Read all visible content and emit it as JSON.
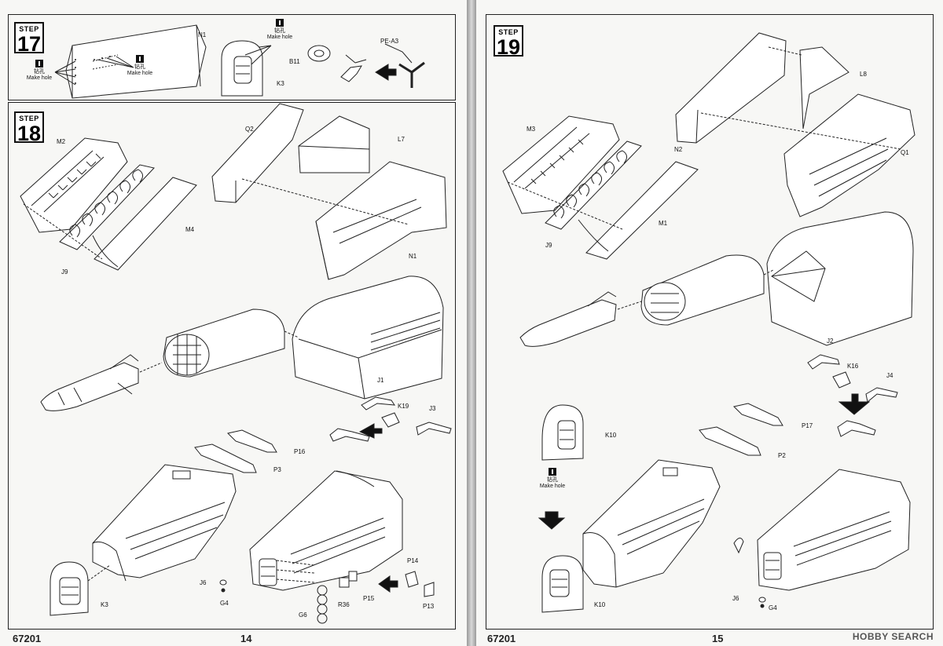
{
  "left": {
    "step17": {
      "label": "STEP",
      "number": "17"
    },
    "step18": {
      "label": "STEP",
      "number": "18"
    },
    "footer_code": "67201",
    "page_number": "14",
    "make_hole": {
      "cn": "钻孔",
      "en": "Make hole"
    },
    "parts17": {
      "n1": "N1",
      "k3": "K3",
      "b11": "B11",
      "pea3": "PE-A3"
    },
    "parts18": {
      "m2": "M2",
      "q2": "Q2",
      "l7": "L7",
      "m4": "M4",
      "n1": "N1",
      "j9": "J9",
      "j1": "J1",
      "k19": "K19",
      "j3": "J3",
      "p16": "P16",
      "p3": "P3",
      "k3": "K3",
      "j6": "J6",
      "g4": "G4",
      "g6": "G6",
      "r36": "R36",
      "p15": "P15",
      "p14": "P14",
      "p13": "P13"
    }
  },
  "right": {
    "step19": {
      "label": "STEP",
      "number": "19"
    },
    "footer_code": "67201",
    "page_number": "15",
    "make_hole": {
      "cn": "钻孔",
      "en": "Make hole"
    },
    "parts19": {
      "l8": "L8",
      "m3": "M3",
      "n2": "N2",
      "q1": "Q1",
      "m1": "M1",
      "j9": "J9",
      "j2": "J2",
      "k16": "K16",
      "j4": "J4",
      "k10a": "K10",
      "p17": "P17",
      "p2": "P2",
      "k10b": "K10",
      "j6": "J6",
      "g4": "G4"
    },
    "watermark": "HOBBY SEARCH"
  }
}
